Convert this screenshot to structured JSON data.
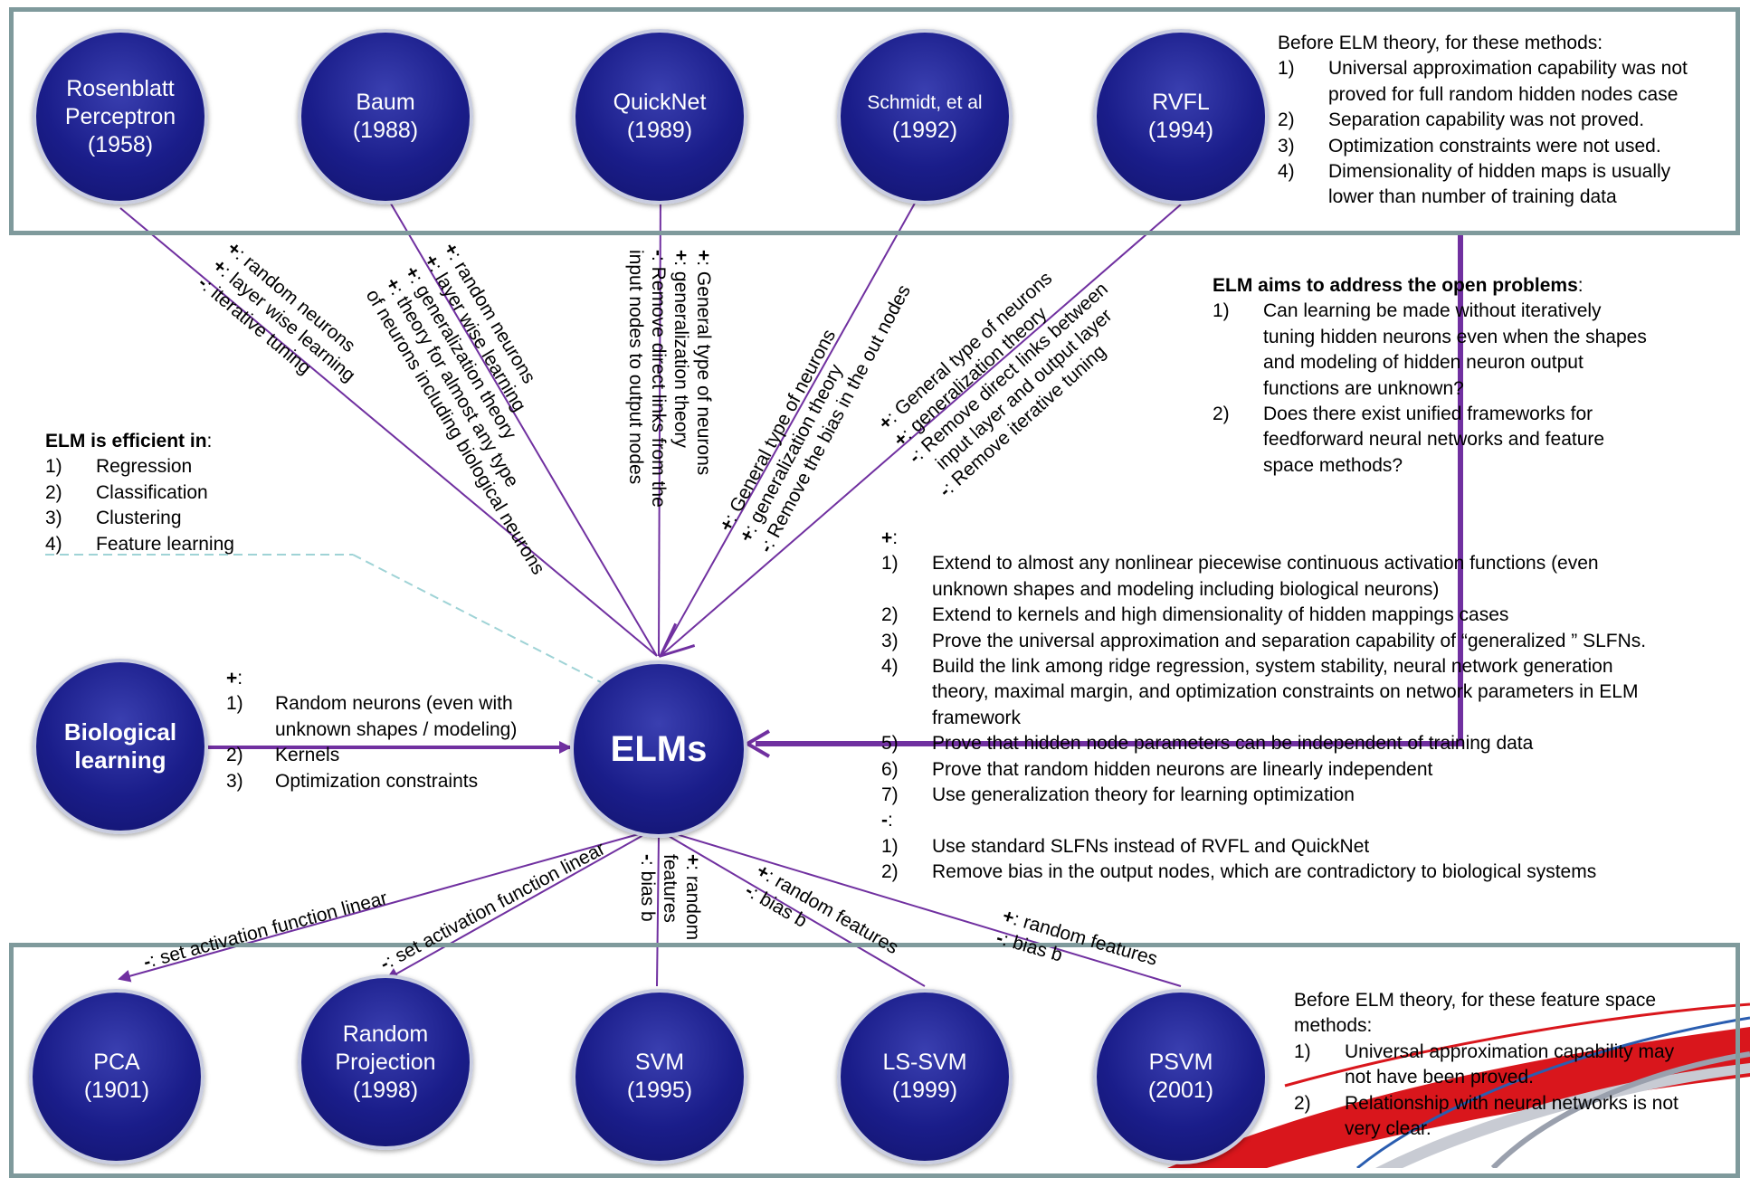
{
  "top_methods": [
    {
      "lines": [
        "Rosenblatt",
        "Perceptron",
        "(1958)"
      ]
    },
    {
      "lines": [
        "Baum",
        "(1988)"
      ]
    },
    {
      "lines": [
        "QuickNet",
        "(1989)"
      ]
    },
    {
      "lines": [
        "Schmidt, et al",
        "(1992)"
      ]
    },
    {
      "lines": [
        "RVFL",
        "(1994)"
      ]
    }
  ],
  "bottom_methods": [
    {
      "lines": [
        "PCA",
        "(1901)"
      ]
    },
    {
      "lines": [
        "Random",
        "Projection",
        "(1998)"
      ]
    },
    {
      "lines": [
        "SVM",
        "(1995)"
      ]
    },
    {
      "lines": [
        "LS-SVM",
        "(1999)"
      ]
    },
    {
      "lines": [
        "PSVM",
        "(2001)"
      ]
    }
  ],
  "center_node": "ELMs",
  "bio_node": [
    "Biological",
    "learning"
  ],
  "top_note": {
    "intro": "Before ELM theory, for these methods:",
    "items": [
      {
        "num": "1)",
        "lines": [
          "Universal approximation capability was not",
          "proved for full random hidden nodes case"
        ]
      },
      {
        "num": "2)",
        "lines": [
          "Separation capability was not proved."
        ]
      },
      {
        "num": "3)",
        "lines": [
          "Optimization constraints were not used."
        ]
      },
      {
        "num": "4)",
        "lines": [
          "Dimensionality of hidden maps  is usually",
          "lower than number of training data"
        ]
      }
    ]
  },
  "aims": {
    "heading": "ELM aims to address the open problems",
    "colon": ":",
    "items": [
      {
        "num": "1)",
        "lines": [
          "Can learning be made without iteratively",
          "tuning hidden neurons even when the shapes",
          "and modeling of hidden neuron output",
          "functions are unknown?"
        ]
      },
      {
        "num": "2)",
        "lines": [
          "Does there exist unified frameworks for",
          "feedforward neural networks and feature",
          "space methods?"
        ]
      }
    ]
  },
  "efficient": {
    "heading": "ELM is efficient in",
    "colon": ":",
    "items": [
      {
        "num": "1)",
        "label": "Regression"
      },
      {
        "num": "2)",
        "label": "Classification"
      },
      {
        "num": "3)",
        "label": "Clustering"
      },
      {
        "num": "4)",
        "label": "Feature learning"
      }
    ]
  },
  "bio_notes": {
    "plus": "+",
    "colon": ":",
    "items": [
      {
        "num": "1)",
        "lines": [
          "Random neurons (even with",
          "unknown shapes / modeling)"
        ]
      },
      {
        "num": "2)",
        "lines": [
          "Kernels"
        ]
      },
      {
        "num": "3)",
        "lines": [
          "Optimization constraints"
        ]
      }
    ]
  },
  "contributions": {
    "plus": "+",
    "minus": "-",
    "colon": ":",
    "plus_items": [
      {
        "num": "1)",
        "lines": [
          "Extend to almost any nonlinear piecewise continuous activation functions (even",
          "unknown shapes and modeling including biological neurons)"
        ]
      },
      {
        "num": "2)",
        "lines": [
          "Extend to kernels and high dimensionality of hidden mappings cases"
        ]
      },
      {
        "num": "3)",
        "lines": [
          "Prove the universal approximation and separation capability of “generalized ” SLFNs."
        ]
      },
      {
        "num": "4)",
        "lines": [
          "Build the link among ridge regression, system stability, neural network generation",
          "theory, maximal margin, and  optimization constraints on network parameters in ELM",
          "framework"
        ]
      },
      {
        "num": "5)",
        "lines": [
          "Prove that hidden node parameters can be independent of training data"
        ]
      },
      {
        "num": "6)",
        "lines": [
          "Prove that random hidden neurons are linearly independent"
        ]
      },
      {
        "num": "7)",
        "lines": [
          "Use generalization theory for learning optimization"
        ]
      }
    ],
    "minus_items": [
      {
        "num": "1)",
        "lines": [
          "Use standard SLFNs instead of RVFL and QuickNet"
        ]
      },
      {
        "num": "2)",
        "lines": [
          "Remove bias in the output nodes, which are contradictory to biological systems"
        ]
      }
    ]
  },
  "bottom_note": {
    "intro_lines": [
      "Before ELM theory, for these feature space",
      "methods:"
    ],
    "items": [
      {
        "num": "1)",
        "lines": [
          "Universal approximation capability may",
          "not have been proved."
        ]
      },
      {
        "num": "2)",
        "lines": [
          "Relationship with neural networks is not",
          "very clear."
        ]
      }
    ]
  },
  "edge_labels": {
    "rosenblatt": [
      {
        "sign": "+",
        "text": ": random neurons"
      },
      {
        "sign": "+",
        "text": ": layer wise learning"
      },
      {
        "sign": "-",
        "text": ": iterative tuning"
      }
    ],
    "baum": [
      {
        "sign": "+",
        "text": ": random neurons"
      },
      {
        "sign": "+",
        "text": ": layer wise learning"
      },
      {
        "sign": "+",
        "text": ": generalization theory"
      },
      {
        "sign": "+",
        "text": ": theory for almost any type"
      },
      {
        "sign": "",
        "text": "of neurons including biological neurons"
      }
    ],
    "quicknet": [
      {
        "sign": "+",
        "text": ": General type of neurons"
      },
      {
        "sign": "+",
        "text": ": generalization theory"
      },
      {
        "sign": "-",
        "text": ": Remove  direct links from  the"
      },
      {
        "sign": "",
        "text": "input nodes to output nodes"
      }
    ],
    "schmidt": [
      {
        "sign": "+",
        "text": ": General type of neurons"
      },
      {
        "sign": "+",
        "text": ": generalization theory"
      },
      {
        "sign": "-",
        "text": ": Remove the bias in the out nodes"
      }
    ],
    "rvfl": [
      {
        "sign": "+",
        "text": ": General type of neurons"
      },
      {
        "sign": "+",
        "text": ": generalization theory"
      },
      {
        "sign": "-",
        "text": ": Remove direct links between"
      },
      {
        "sign": "",
        "text": "input layer and output layer"
      },
      {
        "sign": "-",
        "text": ": Remove iterative tuning"
      }
    ],
    "pca": [
      {
        "sign": "-",
        "text": ": set activation function linear"
      }
    ],
    "rp": [
      {
        "sign": "-",
        "text": ": set activation function linear"
      }
    ],
    "svm": [
      {
        "sign": "+",
        "text": ": random"
      },
      {
        "sign": "",
        "text": "features"
      },
      {
        "sign": "-",
        "text": ": bias b"
      }
    ],
    "lssvm": [
      {
        "sign": "+",
        "text": ": random features"
      },
      {
        "sign": "-",
        "text": ": bias b"
      }
    ],
    "psvm": [
      {
        "sign": "+",
        "text": ": random features"
      },
      {
        "sign": "-",
        "text": ": bias b"
      }
    ]
  },
  "colors": {
    "node_fill": "#1a1d8a",
    "arrow": "#7030a0",
    "panel_border": "#7f9a9c",
    "dashed": "#9fd3d6",
    "swoosh_red": "#d9161c"
  }
}
